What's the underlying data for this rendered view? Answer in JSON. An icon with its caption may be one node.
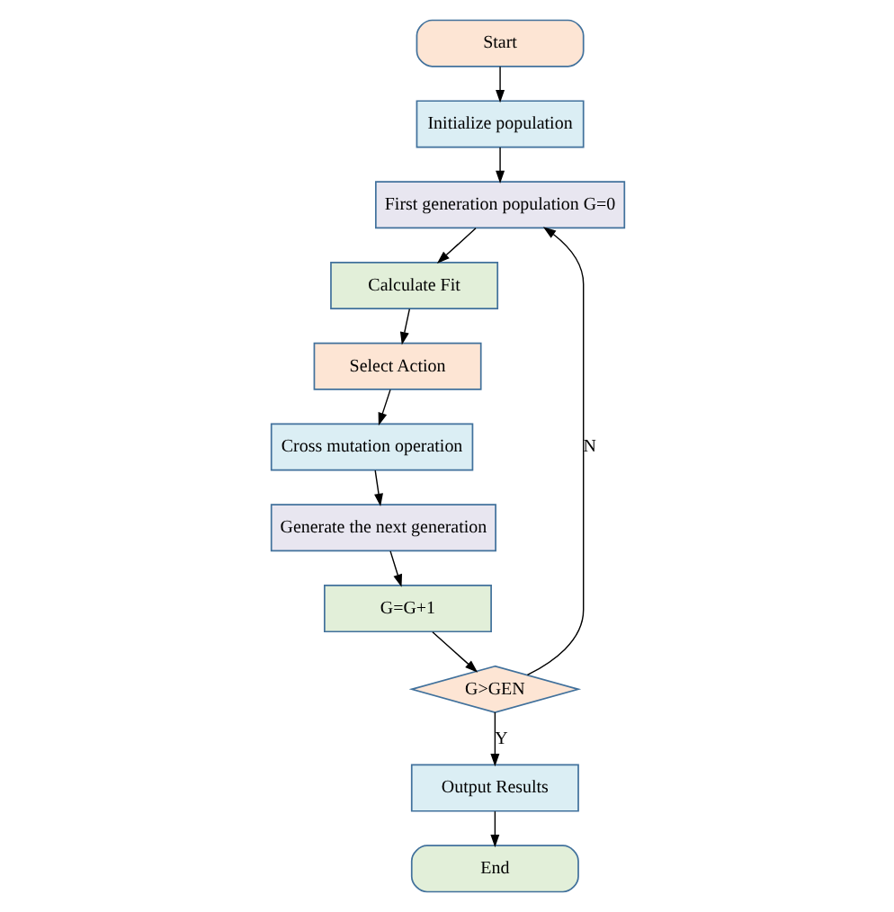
{
  "diagram": {
    "nodes": [
      {
        "text": [
          "Start"
        ]
      },
      {
        "text": [
          "Initialize population"
        ]
      },
      {
        "text": [
          "First generation population G=0"
        ]
      },
      {
        "text": [
          "Calculate Fit"
        ]
      },
      {
        "text": [
          "Select Action"
        ]
      },
      {
        "text": [
          "Cross mutation operation"
        ]
      },
      {
        "text": [
          "Generate the next generation"
        ]
      },
      {
        "text": [
          "G=G+1"
        ]
      },
      {
        "text": [
          "G>GEN"
        ]
      },
      {
        "text": [
          "Output Results"
        ]
      },
      {
        "text": [
          "End"
        ]
      }
    ],
    "edges": [
      {
        "from": 0,
        "to": 1,
        "arrow": "to"
      },
      {
        "from": 1,
        "to": 2,
        "arrow": "to"
      },
      {
        "from": 2,
        "to": 3,
        "arrow": "to"
      },
      {
        "from": 3,
        "to": 4,
        "arrow": "to"
      },
      {
        "from": 4,
        "to": 5,
        "arrow": "to"
      },
      {
        "from": 5,
        "to": 6,
        "arrow": "to"
      },
      {
        "from": 6,
        "to": 7,
        "arrow": "to"
      },
      {
        "from": 7,
        "to": 8,
        "arrow": "to"
      },
      {
        "from": 8,
        "to": 9,
        "label": "Y",
        "arrow": "to"
      },
      {
        "from": 9,
        "to": 10,
        "arrow": "to"
      },
      {
        "from": 8,
        "to": 2,
        "label": "N",
        "arrow": "to"
      }
    ]
  }
}
